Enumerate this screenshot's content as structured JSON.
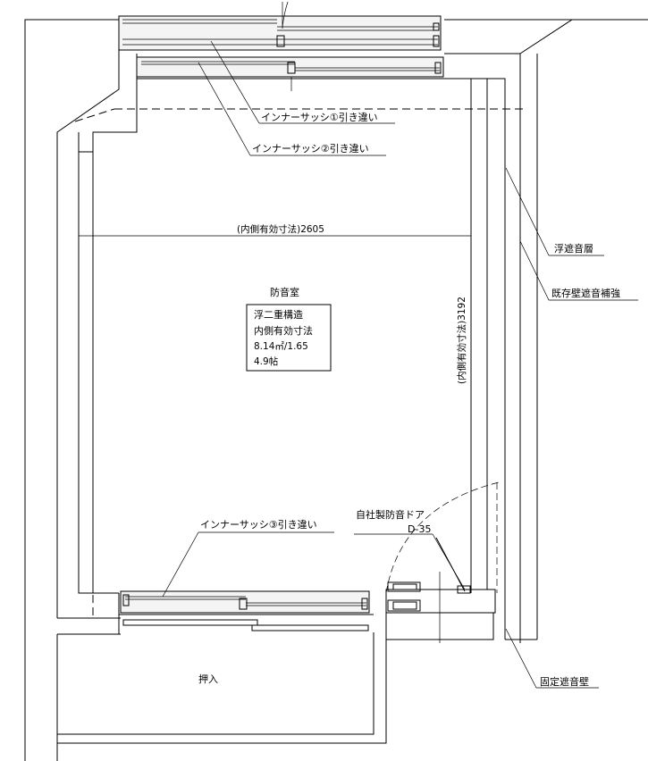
{
  "labels": {
    "sash1": "インナーサッシ①引き違い",
    "sash2": "インナーサッシ②引き違い",
    "sash3": "インナーサッシ③引き違い",
    "floating_layer": "浮遮音層",
    "existing_wall": "既存壁遮音補強",
    "fixed_wall": "固定遮音壁",
    "inner_width": "(内側有効寸法)2605",
    "inner_depth": "(内側有効寸法)3192",
    "room_name": "防音室",
    "closet": "押入",
    "door_name": "自社製防音ドア",
    "door_code": "D-35"
  },
  "info_box": {
    "line1": "浮二重構造",
    "line2": "内側有効寸法",
    "line3": "8.14㎡/1.65",
    "line4": "4.9帖"
  }
}
